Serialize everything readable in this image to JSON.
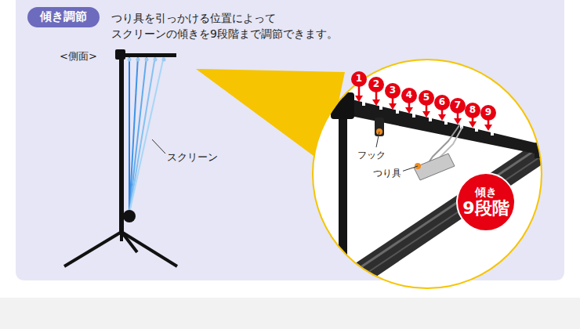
{
  "diagram": {
    "nodes": [
      {
        "text": [
          "傾き調節"
        ]
      },
      {
        "text": [
          "1"
        ]
      },
      {
        "text": [
          "2"
        ]
      },
      {
        "text": [
          "3"
        ]
      },
      {
        "text": [
          "4"
        ]
      },
      {
        "text": [
          "5"
        ]
      },
      {
        "text": [
          "6"
        ]
      },
      {
        "text": [
          "7"
        ]
      },
      {
        "text": [
          "8"
        ]
      },
      {
        "text": [
          "9"
        ]
      },
      {
        "text": [
          "傾き",
          "9段階"
        ]
      }
    ],
    "labels": [
      "つり具を引っかける位置によって スクリーンの傾きを9段階まで調節できます。",
      "<側面>",
      "スクリーン",
      "フック",
      "つり具"
    ]
  }
}
